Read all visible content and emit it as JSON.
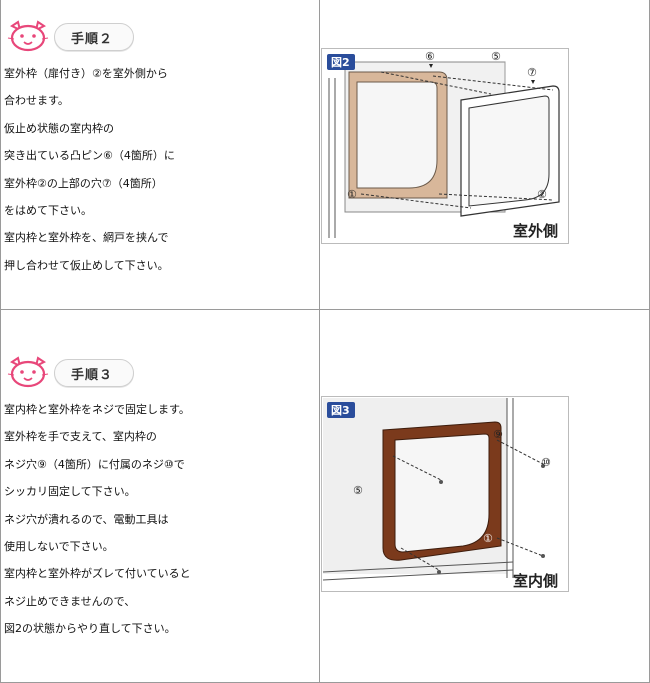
{
  "steps": [
    {
      "label": "手順２",
      "lines": [
        "室外枠（扉付き）②を室外側から",
        "合わせます。",
        "仮止め状態の室内枠の",
        "突き出ている凸ピン⑥（4箇所）に",
        "室外枠②の上部の穴⑦（4箇所）",
        "をはめて下さい。",
        "室内枠と室外枠を、網戸を挟んで",
        "押し合わせて仮止めして下さい。"
      ],
      "figure": {
        "tag": "図2",
        "side_label": "室外側",
        "callouts": [
          "⑥",
          "⑤",
          "⑦",
          "①",
          "②"
        ]
      }
    },
    {
      "label": "手順３",
      "lines": [
        "室内枠と室外枠をネジで固定します。",
        "室外枠を手で支えて、室内枠の",
        "ネジ穴⑨（4箇所）に付属のネジ⑩で",
        "シッカリ固定して下さい。",
        "ネジ穴が潰れるので、電動工具は",
        "使用しないで下さい。",
        "室内枠と室外枠がズレて付いていると",
        "ネジ止めできませんので、",
        "図2の状態からやり直して下さい。"
      ],
      "figure": {
        "tag": "図3",
        "side_label": "室内側",
        "callouts": [
          "⑨",
          "⑩",
          "⑤",
          "①"
        ]
      }
    }
  ],
  "colors": {
    "tag_bg": "#2a4d9b",
    "frame_beige": "#d8b79a",
    "frame_brown": "#7b3a1c",
    "cat_pink": "#e8477a"
  }
}
